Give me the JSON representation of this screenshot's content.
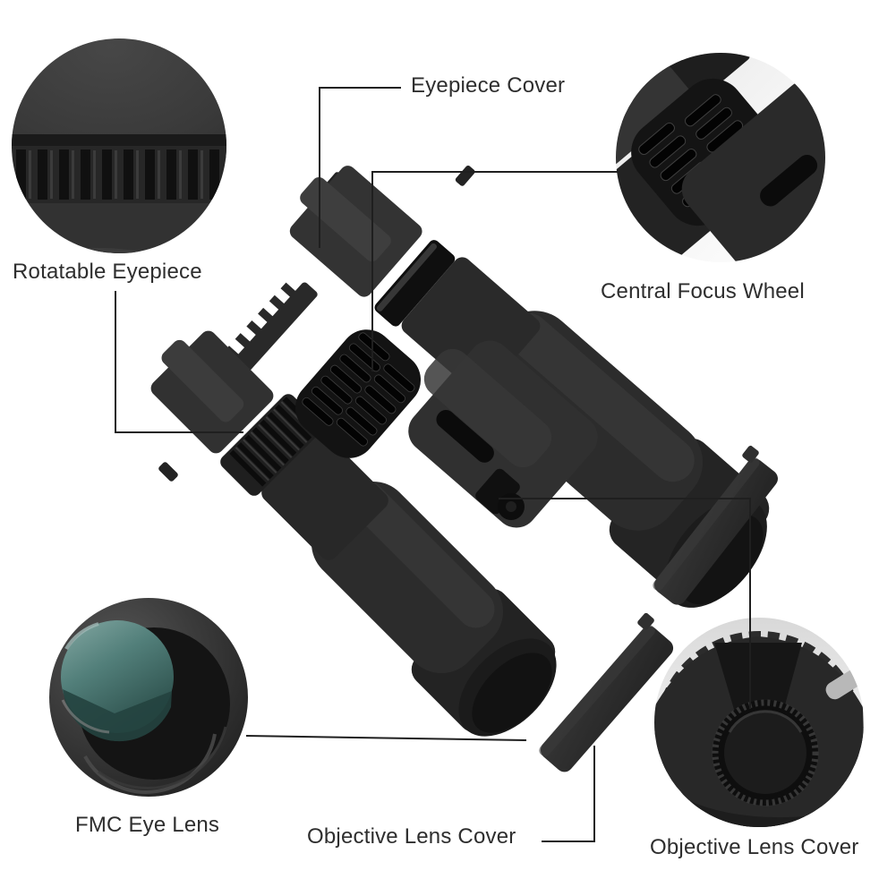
{
  "image": {
    "title": "Binoculars parts annotated product diagram",
    "background_color": "#ffffff",
    "line_color": "#1f1f1f",
    "text_color": "#2e2e2e",
    "body_color": "#2c2c2c",
    "lens_glass_color": "#4f7d78"
  },
  "labels": {
    "eyepiece_cover": "Eyepiece Cover",
    "rotatable_eyepiece": "Rotatable Eyepiece",
    "central_focus_wheel": "Central Focus Wheel",
    "fmc_eye_lens": "FMC Eye Lens",
    "objective_lens_cover_bottom": "Objective Lens Cover",
    "objective_lens_cover_right": "Objective Lens Cover"
  },
  "insets": [
    {
      "name": "rotatable-eyepiece-closeup",
      "position": "top-left"
    },
    {
      "name": "central-focus-wheel-closeup",
      "position": "top-right"
    },
    {
      "name": "fmc-eye-lens-closeup",
      "position": "bottom-left"
    },
    {
      "name": "objective-lens-cover-closeup",
      "position": "bottom-right"
    }
  ]
}
